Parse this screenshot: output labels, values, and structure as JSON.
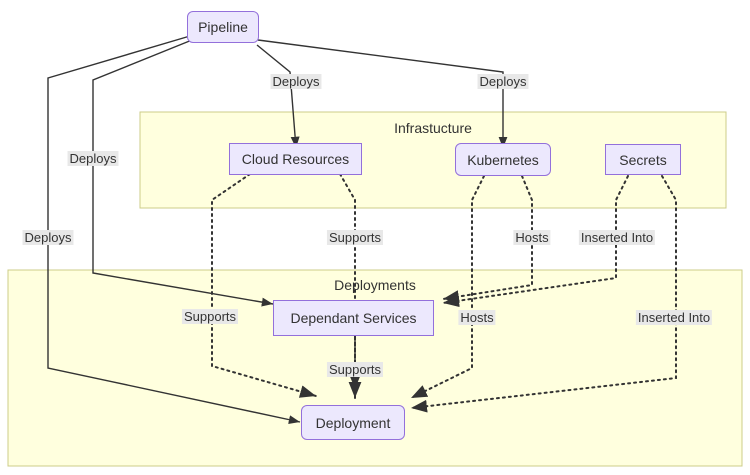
{
  "diagram": {
    "type": "flowchart",
    "title": "",
    "background": "#ffffff",
    "node_fill": "#ECE8FD",
    "node_stroke": "#9370DB",
    "cluster_fill": "#FFFFDE",
    "cluster_stroke": "#CCCC88",
    "edge_color": "#333333",
    "label_bg": "#E8E8E8",
    "nodes": [
      {
        "id": "pipeline",
        "label": "Pipeline",
        "shape": "rounded"
      },
      {
        "id": "cloud",
        "label": "Cloud Resources",
        "shape": "square"
      },
      {
        "id": "k8s",
        "label": "Kubernetes",
        "shape": "rounded"
      },
      {
        "id": "secrets",
        "label": "Secrets",
        "shape": "square"
      },
      {
        "id": "depsvc",
        "label": "Dependant Services",
        "shape": "square"
      },
      {
        "id": "deploy",
        "label": "Deployment",
        "shape": "rounded"
      }
    ],
    "clusters": [
      {
        "id": "infrastructure",
        "label": "Infrastucture"
      },
      {
        "id": "deployments",
        "label": "Deployments"
      }
    ],
    "edges": [
      {
        "from": "pipeline",
        "to": "cloud",
        "label": "Deploys",
        "style": "solid"
      },
      {
        "from": "pipeline",
        "to": "k8s",
        "label": "Deploys",
        "style": "solid"
      },
      {
        "from": "pipeline",
        "to": "depsvc",
        "label": "Deploys",
        "style": "solid"
      },
      {
        "from": "pipeline",
        "to": "deploy",
        "label": "Deploys",
        "style": "solid"
      },
      {
        "from": "cloud",
        "to": "depsvc",
        "label": "Supports",
        "style": "dotted"
      },
      {
        "from": "cloud",
        "to": "deploy",
        "label": "Supports",
        "style": "dotted"
      },
      {
        "from": "k8s",
        "to": "depsvc",
        "label": "Hosts",
        "style": "dotted"
      },
      {
        "from": "k8s",
        "to": "deploy",
        "label": "Hosts",
        "style": "dotted"
      },
      {
        "from": "secrets",
        "to": "depsvc",
        "label": "Inserted Into",
        "style": "dotted"
      },
      {
        "from": "secrets",
        "to": "deploy",
        "label": "Inserted Into",
        "style": "dotted"
      },
      {
        "from": "depsvc",
        "to": "deploy",
        "label": "Supports",
        "style": "dotted"
      }
    ],
    "edge_labels": {
      "pipeline_cloud": "Deploys",
      "pipeline_k8s": "Deploys",
      "pipeline_depsvc": "Deploys",
      "pipeline_deploy": "Deploys",
      "cloud_depsvc": "Supports",
      "cloud_deploy": "Supports",
      "k8s_depsvc": "Hosts",
      "k8s_deploy": "Hosts",
      "secrets_depsvc": "Inserted Into",
      "secrets_deploy": "Inserted Into",
      "depsvc_deploy": "Supports"
    }
  }
}
